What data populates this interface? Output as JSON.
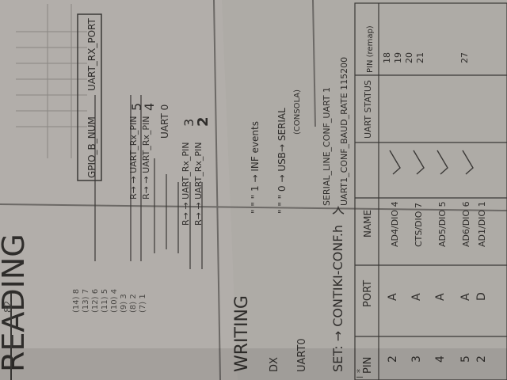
{
  "notes": {
    "reading_title": "READING",
    "writing_title": "WRITING",
    "uart0_right": "UART 0",
    "uart0_left": "UART0",
    "dx": "DX",
    "header_rx_port": "UART_RX_PORT",
    "header_gpio_num": "GPIO_B_NUM",
    "rx_pin_1": "R→ → UART_Rx_PIN",
    "rx_pin_2": "R→ → UART_Rx_PIN",
    "rx_pin_3": "R→ → UART_Rx_PIN",
    "rx_pin_4": "R→ → UART_Rx_PIN",
    "num_5": "5",
    "num_4": "4",
    "num_3": "3",
    "num_2": "2",
    "ellipsis_1": "\" \" \" 1 → INF events",
    "ellipsis_0": "\" \" \" 0 → USB→ SERIAL",
    "consola": "(CONSOLA)",
    "set_label": "SET: → CONTIKI-CONF.h",
    "serial_line": "SERIAL_LINE_CONF_UART 1",
    "baud_rate": "UART1_CONF_BAUD_RATE 115200",
    "tbl_pin": "PIN",
    "tbl_port": "PORT",
    "tbl_name": "NAME",
    "tbl_uart_status": "UART STATUS",
    "tbl_pin_remap": "PIN (remap)",
    "tbl_pin_values": [
      "2",
      "3",
      "4",
      "5",
      "2"
    ],
    "tbl_port_values": [
      "A",
      "A",
      "A",
      "A",
      "D"
    ],
    "tbl_name_values": [
      "AD4/DIO 4",
      "CTS/DIO 7",
      "AD5/DIO 5",
      "AD6/DIO 6",
      "AD1/DIO 1"
    ],
    "tbl_remap_values": [
      "18",
      "19",
      "20",
      "21",
      "27"
    ],
    "margin_numbers": [
      "(14) 8",
      "(13) 7",
      "(12) 6",
      "(11) 5",
      "(10) 4",
      "(9) 3",
      "(8) 2",
      "(7) 1"
    ],
    "corner_mark": "I *",
    "top_mark": "82"
  }
}
